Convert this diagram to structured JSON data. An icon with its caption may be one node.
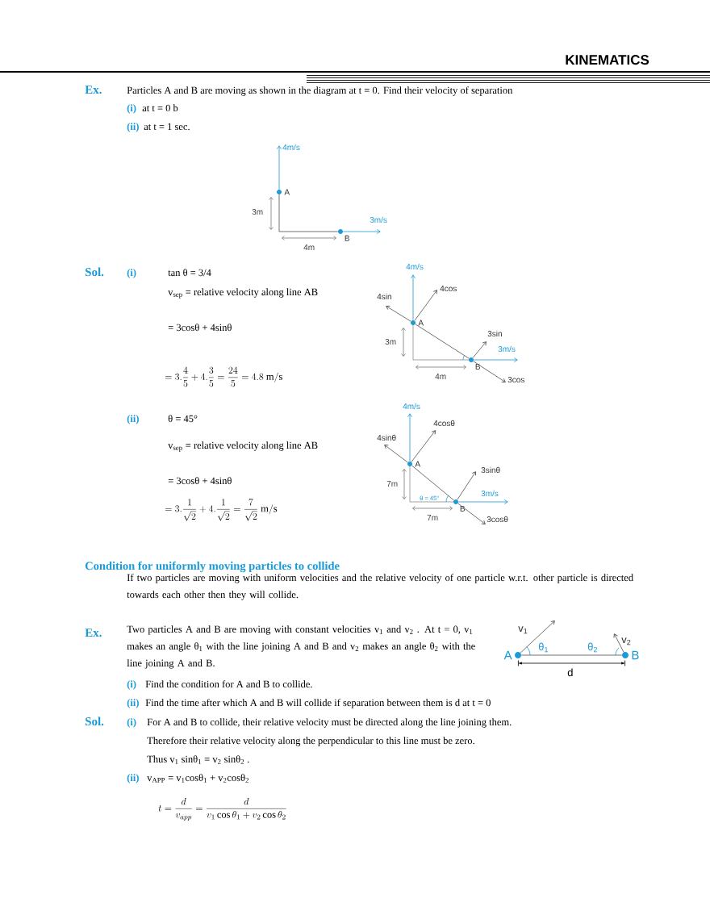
{
  "diagram": {
    "nodes": [
      {
        "text": [
          "A"
        ]
      },
      {
        "text": [
          "B"
        ]
      },
      {
        "text": [
          "A"
        ]
      },
      {
        "text": [
          "B"
        ]
      },
      {
        "text": [
          "A"
        ]
      },
      {
        "text": [
          "B"
        ]
      },
      {
        "text": [
          "A"
        ]
      },
      {
        "text": [
          "B"
        ]
      }
    ],
    "edges": [
      {
        "from": 0,
        "to": null,
        "arrow": "to",
        "label": "4m/s",
        "color": "#1a9ad6"
      },
      {
        "from": 1,
        "to": null,
        "arrow": "to",
        "label": "3m/s",
        "color": "#1a9ad6"
      },
      {
        "from": 0,
        "to": 1,
        "arrow": "none"
      },
      {
        "from": 2,
        "to": null,
        "arrow": "to",
        "label": "4m/s",
        "color": "#1a9ad6"
      },
      {
        "from": 2,
        "to": null,
        "arrow": "to",
        "label": "4cos"
      },
      {
        "from": 2,
        "to": null,
        "arrow": "to",
        "label": "4sin"
      },
      {
        "from": 2,
        "to": 3,
        "arrow": "none"
      },
      {
        "from": 3,
        "to": null,
        "arrow": "to",
        "label": "3sin"
      },
      {
        "from": 3,
        "to": null,
        "arrow": "to",
        "label": "3m/s",
        "color": "#1a9ad6"
      },
      {
        "from": 3,
        "to": null,
        "arrow": "to",
        "label": "3cos"
      },
      {
        "from": 4,
        "to": null,
        "arrow": "to",
        "label": "4m/s",
        "color": "#1a9ad6"
      },
      {
        "from": 4,
        "to": null,
        "arrow": "to",
        "label": "4cosθ"
      },
      {
        "from": 4,
        "to": null,
        "arrow": "to",
        "label": "4sinθ"
      },
      {
        "from": 4,
        "to": 5,
        "arrow": "none"
      },
      {
        "from": 5,
        "to": null,
        "arrow": "to",
        "label": "3sinθ"
      },
      {
        "from": 5,
        "to": null,
        "arrow": "to",
        "label": "3m/s",
        "color": "#1a9ad6"
      },
      {
        "from": 5,
        "to": null,
        "arrow": "to",
        "label": "3cosθ"
      },
      {
        "from": 6,
        "to": null,
        "arrow": "to",
        "label": "v$_{1}$"
      },
      {
        "from": 7,
        "to": null,
        "arrow": "to",
        "label": "v$_{2}$"
      },
      {
        "from": 6,
        "to": 7,
        "arrow": "none"
      }
    ],
    "labels": [
      "KINEMATICS",
      "Ex.",
      "Particles A and B are moving as shown in the diagram at t = 0. Find their velocity of separation",
      "(i)",
      "at t = 0 b",
      "(ii)",
      "at t = 1 sec.",
      "3m",
      "4m",
      "Sol.",
      "(i)",
      "tan θ = 3/4",
      "v$_{sep}$ = relative velocity along line AB",
      "= 3cosθ + 4sinθ",
      "= 3.\\frac{4}{5} + 4.\\frac{3}{5} = \\frac{24}{5} = 4.8\\ \\mathrm{m/s}",
      "3m",
      "4m",
      "(ii)",
      "θ = 45°",
      "v$_{sep}$ = relative velocity along line AB",
      "= 3cosθ + 4sinθ",
      "= 3.\\frac{1}{\\sqrt{2}} + 4.\\frac{1}{\\sqrt{2}} = \\frac{7}{\\sqrt{2}}\\ \\mathrm{m/s}",
      "7m",
      "θ = 45°",
      "7m",
      "Condition for uniformly moving particles to collide",
      "If two particles are moving with uniform velocities and the relative velocity of one particle w.r.t. other particle is directed towards each other then they will collide.",
      "Ex.",
      "Two particles A and B are moving with constant velocities v$_{1}$ and v$_{2}$ . At t = 0, v$_{1}$ makes an angle θ$_{1}$ with the line joining A and B and v$_{2}$ makes an angle θ$_{2}$ with the line joining A and B.",
      "(i)",
      "Find the condition for A and B to collide.",
      "(ii)",
      "Find the time after which A and B will collide if separation between them is d at t = 0",
      "θ$_{1}$",
      "θ$_{2}$",
      "d",
      "Sol.",
      "(i)",
      "For A and B to collide, their relative velocity must be directed along the line joining them.",
      "Therefore their relative velocity along the perpendicular to this line must be zero.",
      "Thus v$_{1}$ sinθ$_{1}$ = v$_{2}$ sinθ$_{2}$ .",
      "(ii)",
      "v$_{APP}$ = v$_{1}$cosθ$_{1}$ + v$_{2}$cosθ$_{2}$",
      "t = \\frac{d}{v_{app}} = \\frac{d}{v_1\\cos\\theta_1 + v_2\\cos\\theta_2}"
    ]
  }
}
